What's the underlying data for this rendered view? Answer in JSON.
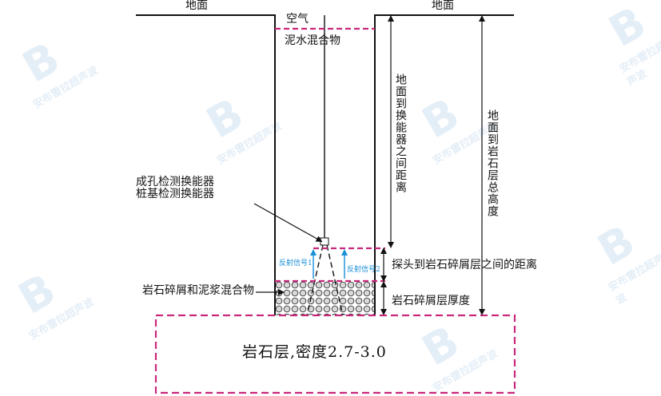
{
  "labels": {
    "ground_left": "地面",
    "ground_right": "地面",
    "air": "空气",
    "mud_water": "泥水混合物",
    "transducer_line1": "成孔检测换能器",
    "transducer_line2": "桩基检测换能器",
    "debris_mud": "岩石碎屑和泥浆混合物",
    "rock_layer": "岩石层,密度2.7-3.0",
    "dist_ground_transducer": "地面到换能器之间距离",
    "dist_ground_rock": "地面到岩石层总高度",
    "dist_probe_debris": "探头到岩石碎屑层之间的距离",
    "debris_thickness": "岩石碎屑层厚度",
    "signal1": "反射信号1",
    "signal2": "反射信号2"
  },
  "watermark": {
    "brand": "安布雷拉超声波",
    "logo_letter": "B"
  },
  "colors": {
    "dashed_line": "#c8287a",
    "signal_arrow": "#1a8fd6",
    "line": "#111111"
  }
}
